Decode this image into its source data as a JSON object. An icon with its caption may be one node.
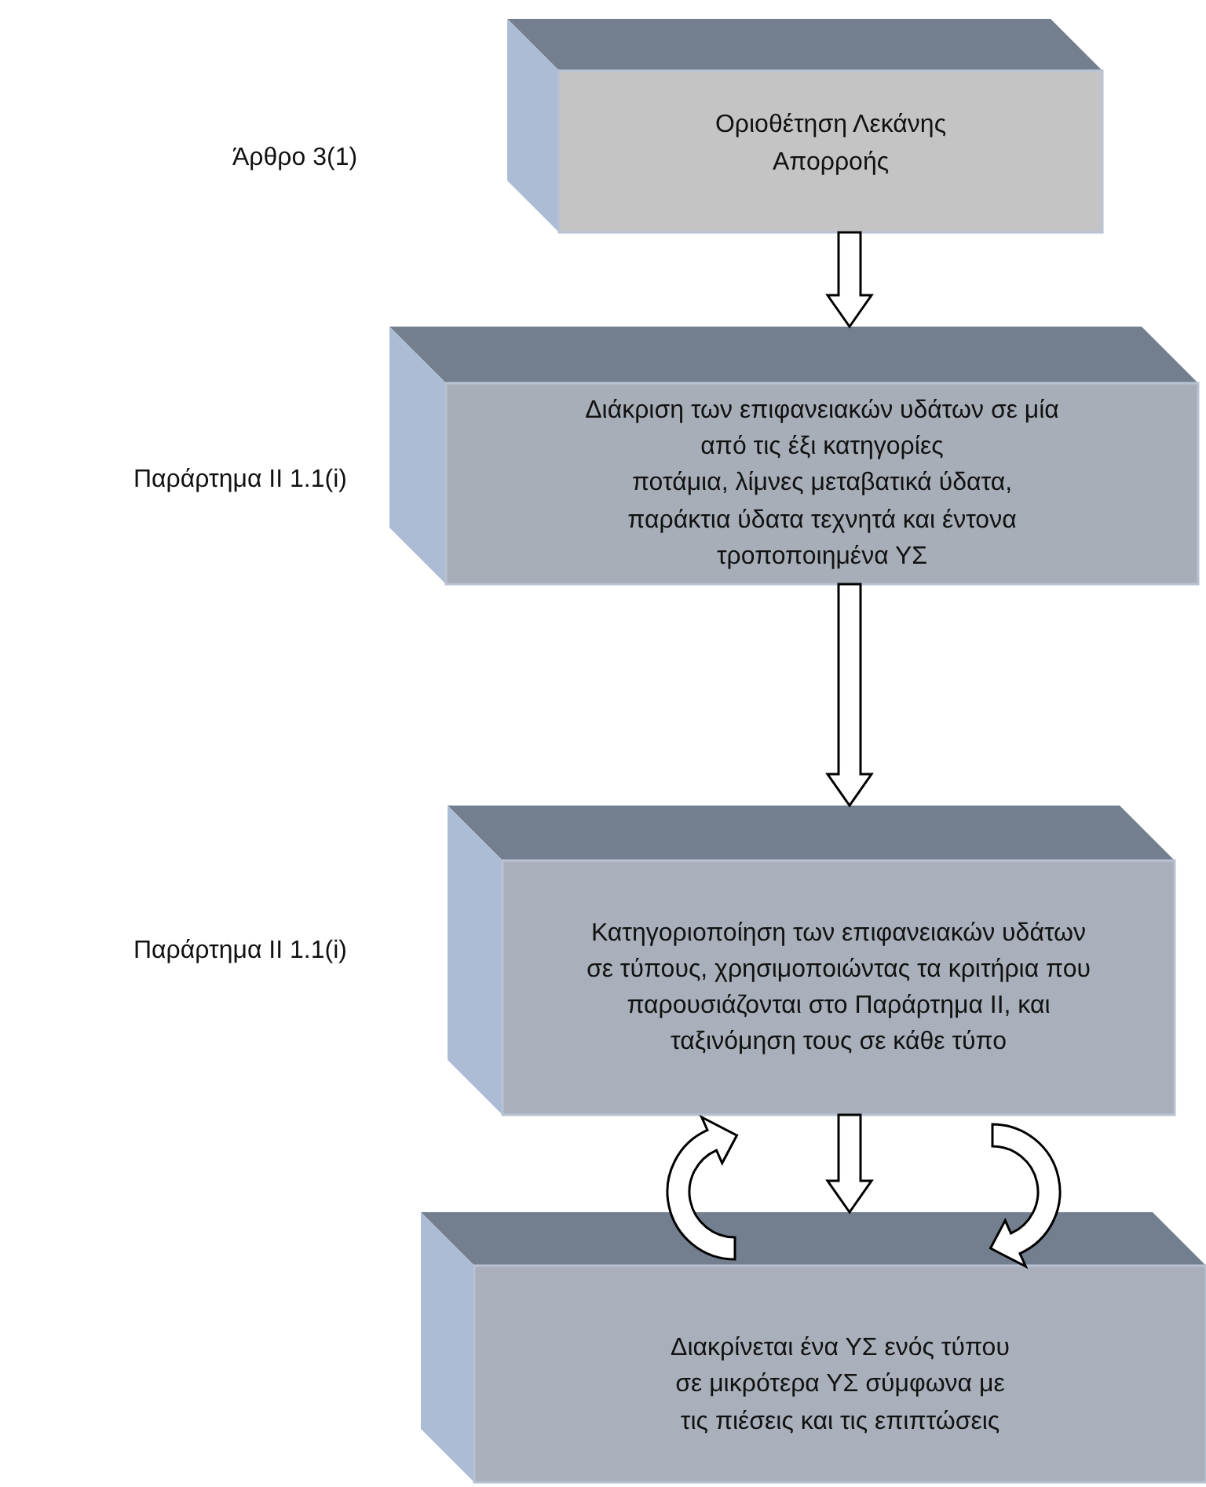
{
  "diagram": {
    "nodes": [
      {
        "text": [
          "Οριοθέτηση Λεκάνης Απορροής"
        ]
      },
      {
        "text": [
          "Διάκριση των επιφανειακών υδάτων σε μία από τις έξι κατηγορίες",
          "ποτάμια, λίμνες μεταβατικά ύδατα, παράκτια ύδατα τεχνητά και έντονα τροποποιημένα ΥΣ"
        ]
      },
      {
        "text": [
          "Κατηγοριοποίηση των επιφανειακών υδάτων σε τύπους, χρησιμοποιώντας τα κριτήρια που παρουσιάζονται στο Παράρτημα ΙΙ, και ταξινόμηση τους σε κάθε τύπο"
        ]
      },
      {
        "text": [
          "Διακρίνεται ένα ΥΣ ενός τύπου σε μικρότερα ΥΣ σύμφωνα με τις πιέσεις και τις επιπτώσεις"
        ]
      }
    ],
    "labels": [
      "Άρθρο 3(1)",
      "Παράρτημα ΙΙ 1.1(i)",
      "Παράρτημα ΙΙ 1.1(i)"
    ],
    "edges": [
      {
        "from": 0,
        "to": 1,
        "arrow": "to"
      },
      {
        "from": 1,
        "to": 2,
        "arrow": "to"
      },
      {
        "from": 2,
        "to": 3,
        "arrow": "to"
      },
      {
        "from": 3,
        "to": 2,
        "arrow": "to"
      },
      {
        "from": 2,
        "to": 3,
        "arrow": "to"
      }
    ]
  }
}
